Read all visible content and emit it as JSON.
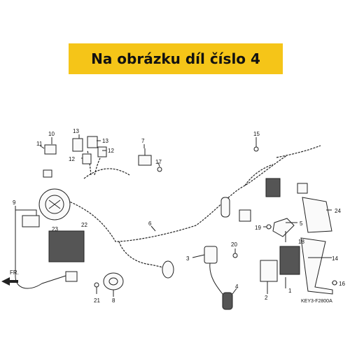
{
  "banner": {
    "text": "Na obrázku díl číslo 4",
    "color": "#f5c518"
  },
  "diagram": {
    "code": "KEY3-F2800A",
    "direction_label": "FR.",
    "callouts": [
      "1",
      "2",
      "3",
      "4",
      "5",
      "6",
      "7",
      "8",
      "9",
      "10",
      "11",
      "12",
      "12",
      "13",
      "13",
      "14",
      "15",
      "16",
      "17",
      "18",
      "19",
      "20",
      "21",
      "22",
      "23",
      "24"
    ]
  }
}
